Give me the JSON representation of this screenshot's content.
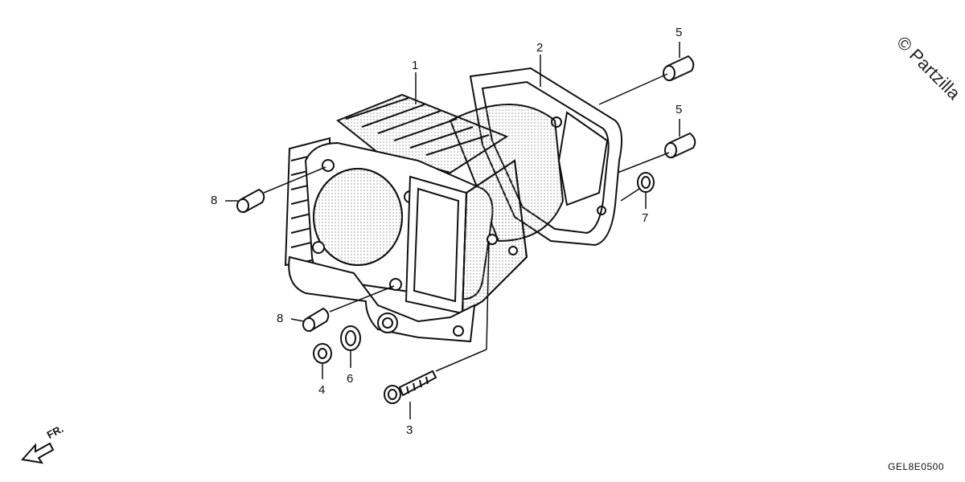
{
  "diagram": {
    "callouts": [
      {
        "id": "1",
        "label": "1"
      },
      {
        "id": "2",
        "label": "2"
      },
      {
        "id": "3",
        "label": "3"
      },
      {
        "id": "4",
        "label": "4"
      },
      {
        "id": "5a",
        "label": "5"
      },
      {
        "id": "5b",
        "label": "5"
      },
      {
        "id": "6",
        "label": "6"
      },
      {
        "id": "7",
        "label": "7"
      },
      {
        "id": "8a",
        "label": "8"
      },
      {
        "id": "8b",
        "label": "8"
      }
    ],
    "figure_code": "GEL8E0500",
    "front_indicator": "FR.",
    "watermark": "© Partzilla"
  },
  "colors": {
    "line": "#111111",
    "shade": "#9a9a9a",
    "background": "#ffffff"
  }
}
